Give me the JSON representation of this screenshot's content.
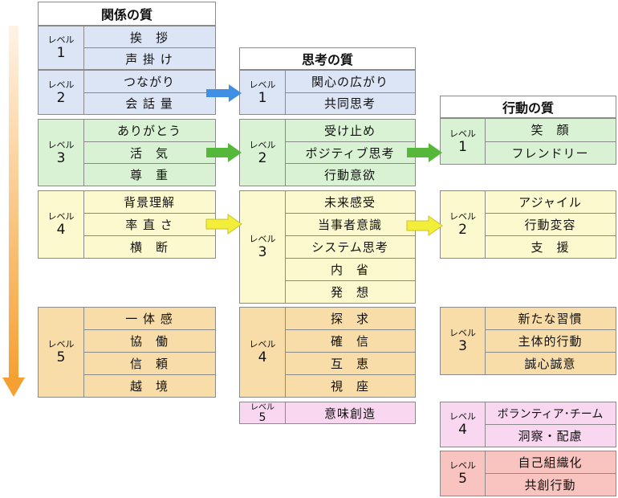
{
  "level_word": "レベル",
  "columns": {
    "relation": {
      "title": "関係の質",
      "levels": [
        {
          "num": "1",
          "items": [
            "挨　拶",
            "声 掛 け"
          ]
        },
        {
          "num": "2",
          "items": [
            "つながり",
            "会 話 量"
          ]
        },
        {
          "num": "3",
          "items": [
            "ありがとう",
            "活　気",
            "尊　重"
          ]
        },
        {
          "num": "4",
          "items": [
            "背景理解",
            "率 直 さ",
            "横　断"
          ]
        },
        {
          "num": "5",
          "items": [
            "一 体 感",
            "協　働",
            "信　頼",
            "越　境"
          ]
        }
      ]
    },
    "thinking": {
      "title": "思考の質",
      "levels": [
        {
          "num": "1",
          "items": [
            "関心の広がり",
            "共同思考"
          ]
        },
        {
          "num": "2",
          "items": [
            "受け止め",
            "ポジティブ思考",
            "行動意欲"
          ]
        },
        {
          "num": "3",
          "items": [
            "未来感受",
            "当事者意識",
            "システム思考",
            "内　省",
            "発　想"
          ]
        },
        {
          "num": "4",
          "items": [
            "探　求",
            "確　信",
            "互　恵",
            "視　座"
          ]
        },
        {
          "num": "5",
          "items": [
            "意味創造"
          ]
        }
      ]
    },
    "action": {
      "title": "行動の質",
      "levels": [
        {
          "num": "1",
          "items": [
            "笑　顔",
            "フレンドリー"
          ]
        },
        {
          "num": "2",
          "items": [
            "アジャイル",
            "行動変容",
            "支　援"
          ]
        },
        {
          "num": "3",
          "items": [
            "新たな習慣",
            "主体的行動",
            "誠心誠意"
          ]
        },
        {
          "num": "4",
          "items": [
            "ボランティア･チーム",
            "洞察・配慮"
          ]
        },
        {
          "num": "5",
          "items": [
            "自己組織化",
            "共創行動"
          ]
        }
      ]
    }
  },
  "colors": {
    "blue": "#dbe5f5",
    "green": "#d9f2d3",
    "yellow": "#fdf9cf",
    "orange": "#f8dda9",
    "pink": "#f9d7f1",
    "red": "#f9c4c0",
    "arrow_blue": "#3f8fe6",
    "arrow_green": "#55b83a",
    "arrow_yellow": "#f2ee3a"
  }
}
